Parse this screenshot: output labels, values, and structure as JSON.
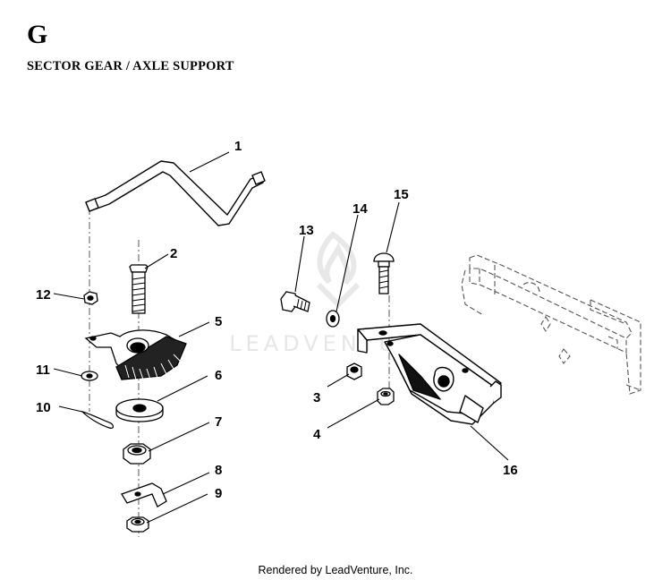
{
  "header": {
    "section_letter": "G",
    "section_title": "SECTOR GEAR / AXLE SUPPORT"
  },
  "callouts": {
    "c1": "1",
    "c2": "2",
    "c3": "3",
    "c4": "4",
    "c5": "5",
    "c6": "6",
    "c7": "7",
    "c8": "8",
    "c9": "9",
    "c10": "10",
    "c11": "11",
    "c12": "12",
    "c13": "13",
    "c14": "14",
    "c15": "15",
    "c16": "16"
  },
  "watermark": {
    "text": "LEADVENTURE"
  },
  "footer": {
    "text": "Rendered by LeadVenture, Inc."
  },
  "colors": {
    "line": "#000000",
    "phantom": "#555555",
    "watermark": "#e6e6e6"
  }
}
